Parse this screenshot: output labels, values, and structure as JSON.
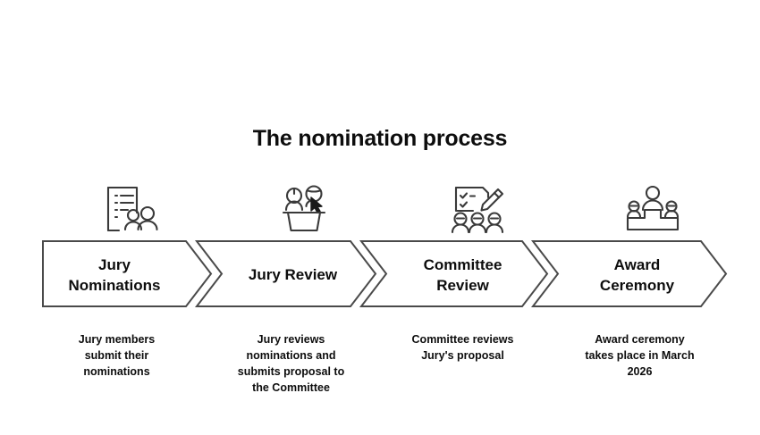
{
  "slide": {
    "title": "The nomination process",
    "background_color": "#ffffff",
    "text_color": "#0d0d0d",
    "outline_color": "#3a3a3a"
  },
  "steps": [
    {
      "index": 1,
      "label": "Jury\nNominations",
      "label_line1": "Jury",
      "label_line2": "Nominations",
      "caption": "Jury members\nsubmit their\nnominations",
      "caption_line1": "Jury members",
      "caption_line2": "submit their",
      "caption_line3": "nominations",
      "icon": "document-people-icon"
    },
    {
      "index": 2,
      "label": "Jury Review",
      "label_line1": "Jury Review",
      "label_line2": "",
      "caption": "Jury reviews\nnominations and\nsubmits proposal to\nthe Committee",
      "caption_line1": "Jury reviews",
      "caption_line2": "nominations and",
      "caption_line3": "submits proposal to",
      "caption_line4": "the Committee",
      "icon": "podium-people-cursor-icon"
    },
    {
      "index": 3,
      "label": "Committee\nReview",
      "label_line1": "Committee",
      "label_line2": "Review",
      "caption": "Committee reviews\nJury's proposal",
      "caption_line1": "Committee reviews",
      "caption_line2": "Jury's proposal",
      "icon": "checklist-pencil-people-icon"
    },
    {
      "index": 4,
      "label": "Award\nCeremony",
      "label_line1": "Award",
      "label_line2": "Ceremony",
      "caption": "Award ceremony\ntakes place in March\n2026",
      "caption_line1": "Award ceremony",
      "caption_line2": "takes place in March",
      "caption_line3": "2026",
      "icon": "winners-podium-icon"
    }
  ]
}
